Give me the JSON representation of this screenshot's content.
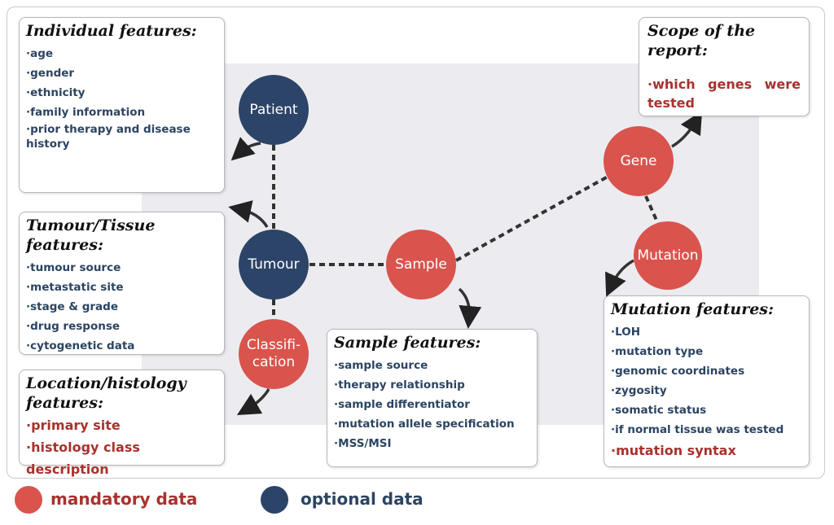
{
  "colors": {
    "mandatory": "#d9544d",
    "optional": "#2c4468",
    "mandatory_text": "#a8322e",
    "optional_text": "#2b4462"
  },
  "nodes": {
    "patient": "Patient",
    "tumour": "Tumour",
    "classification": "Classifi-\ncation",
    "sample": "Sample",
    "gene": "Gene",
    "mutation": "Mutation"
  },
  "boxes": {
    "individual": {
      "title": "Individual features:",
      "items": [
        "age",
        "gender",
        "ethnicity",
        "family information",
        "prior therapy and disease history"
      ]
    },
    "tumour": {
      "title": "Tumour/Tissue features:",
      "items": [
        "tumour source",
        "metastatic site",
        "stage & grade",
        "drug response",
        "cytogenetic data"
      ]
    },
    "location": {
      "title": "Location/histology features:",
      "items": [
        "primary site",
        "histology class description"
      ]
    },
    "sample": {
      "title": "Sample features:",
      "items": [
        "sample source",
        "therapy relationship",
        "sample differentiator",
        "mutation allele specification",
        "MSS/MSI"
      ]
    },
    "scope": {
      "title": "Scope of the report:",
      "items": [
        "which genes were tested"
      ]
    },
    "mutation": {
      "title": "Mutation features:",
      "items": [
        "LOH",
        "mutation type",
        "genomic coordinates",
        "zygosity",
        "somatic status",
        "if normal tissue was tested",
        "mutation syntax"
      ]
    }
  },
  "legend": {
    "mandatory": "mandatory data",
    "optional": "optional data"
  }
}
